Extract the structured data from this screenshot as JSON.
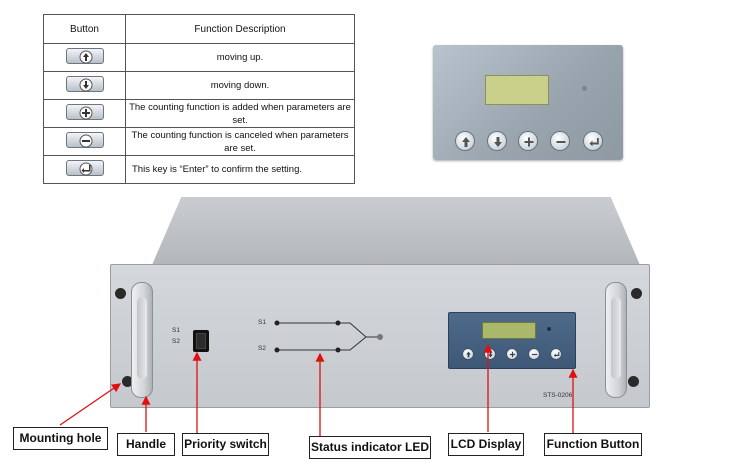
{
  "table": {
    "header_button": "Button",
    "header_description": "Function Description",
    "rows": [
      {
        "icon": "arrow-up-icon",
        "description": "moving up."
      },
      {
        "icon": "arrow-down-icon",
        "description": "moving down."
      },
      {
        "icon": "plus-icon",
        "description": "The counting function is added when parameters are set."
      },
      {
        "icon": "minus-icon",
        "description": "The counting function is canceled when parameters are set."
      },
      {
        "icon": "enter-icon",
        "description": "This key is “Enter” to confirm the setting."
      }
    ]
  },
  "panel_buttons": [
    "arrow-up-icon",
    "arrow-down-icon",
    "plus-icon",
    "minus-icon",
    "enter-icon"
  ],
  "device": {
    "switch_labels": [
      "S1",
      "S2"
    ],
    "led_labels": [
      "S1",
      "S2"
    ],
    "model": "STS-0206"
  },
  "callouts": {
    "mounting_hole": "Mounting hole",
    "handle": "Handle",
    "priority_switch": "Priority switch",
    "status_led": "Status indicator LED",
    "lcd_display": "LCD Display",
    "function_button": "Function Button"
  },
  "colors": {
    "callout_arrow": "#e01010",
    "lcd_panel": "#4a6585",
    "lcd_screen": "#a9b86a"
  }
}
